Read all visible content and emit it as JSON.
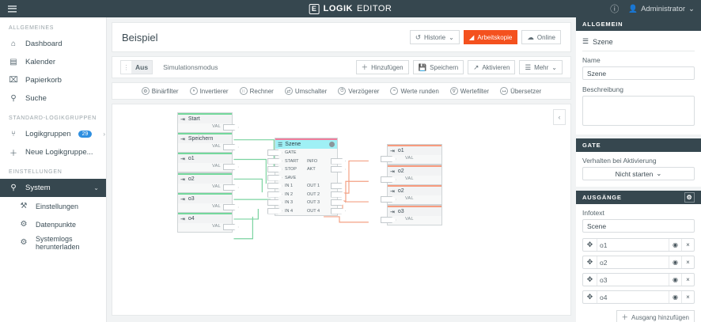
{
  "topbar": {
    "menu_icon": "hamburger-icon",
    "brand_logo": "E",
    "brand_bold": "LOGIK",
    "brand_thin": "EDITOR",
    "help_icon": "?",
    "user_icon": "user-icon",
    "user_label": "Administrator",
    "caret": "⌄"
  },
  "sidebar": {
    "sections": [
      {
        "title": "ALLGEMEINES",
        "items": [
          {
            "icon": "⌂",
            "label": "Dashboard",
            "badge": null,
            "chevron": false,
            "active": false
          },
          {
            "icon": "▤",
            "label": "Kalender",
            "badge": null,
            "chevron": false,
            "active": false
          },
          {
            "icon": "⌧",
            "label": "Papierkorb",
            "badge": null,
            "chevron": false,
            "active": false
          },
          {
            "icon": "⚲",
            "label": "Suche",
            "badge": null,
            "chevron": false,
            "active": false
          }
        ]
      },
      {
        "title": "STANDARD-LOGIKGRUPPEN",
        "items": [
          {
            "icon": "⑂",
            "label": "Logikgruppen",
            "badge": "29",
            "chevron": true,
            "active": false
          },
          {
            "icon": "＋",
            "label": "Neue Logikgruppe...",
            "badge": null,
            "chevron": false,
            "active": false
          }
        ]
      },
      {
        "title": "EINSTELLUNGEN",
        "items": [
          {
            "icon": "⚲",
            "label": "System",
            "badge": null,
            "chevron": false,
            "active": true,
            "caret": "⌄"
          },
          {
            "icon": "⚒",
            "label": "Einstellungen",
            "sub": true
          },
          {
            "icon": "⚙",
            "label": "Datenpunkte",
            "sub": true
          },
          {
            "icon": "⚙",
            "label": "Systemlogs herunterladen",
            "sub": true
          }
        ]
      }
    ]
  },
  "main": {
    "title": "Beispiel",
    "header_buttons": [
      {
        "icon": "↺",
        "label": "Historie",
        "caret": "⌄",
        "primary": false
      },
      {
        "icon": "◢",
        "label": "Arbeitskopie",
        "caret": "",
        "primary": true
      },
      {
        "icon": "☁",
        "label": "Online",
        "caret": "",
        "primary": false
      }
    ],
    "sim": {
      "dot": "⋮",
      "state": "Aus",
      "label": "Simulationsmodus"
    },
    "action_buttons": [
      {
        "icon": "＋",
        "label": "Hinzufügen",
        "caret": ""
      },
      {
        "icon": "💾",
        "label": "Speichern",
        "caret": ""
      },
      {
        "icon": "↗",
        "label": "Aktivieren",
        "caret": ""
      },
      {
        "icon": "☰",
        "label": "Mehr",
        "caret": "⌄"
      }
    ],
    "node_palette": [
      {
        "icon": "⚙",
        "label": "Binärfilter"
      },
      {
        "icon": "◑",
        "label": "Invertierer"
      },
      {
        "icon": "∷",
        "label": "Rechner"
      },
      {
        "icon": "⇄",
        "label": "Umschalter"
      },
      {
        "icon": "⏱",
        "label": "Verzögerer"
      },
      {
        "icon": "≈",
        "label": "Werte runden"
      },
      {
        "icon": "∇",
        "label": "Wertefilter"
      },
      {
        "icon": "↦",
        "label": "Übersetzer"
      }
    ],
    "collapse_icon": "‹",
    "canvas": {
      "input_nodes": [
        {
          "icon": "⇥",
          "label": "Start",
          "port": "VAL"
        },
        {
          "icon": "⇥",
          "label": "Speichern",
          "port": "VAL"
        },
        {
          "icon": "⇥",
          "label": "o1",
          "port": "VAL"
        },
        {
          "icon": "⇥",
          "label": "o2",
          "port": "VAL"
        },
        {
          "icon": "⇥",
          "label": "o3",
          "port": "VAL"
        },
        {
          "icon": "⇥",
          "label": "o4",
          "port": "VAL"
        }
      ],
      "logic_node": {
        "icon": "☰",
        "title": "Szene",
        "info_icon": "i",
        "inputs": [
          "GATE",
          "START",
          "STOP",
          "SAVE",
          "IN 1",
          "IN 2",
          "IN 3",
          "IN 4"
        ],
        "outputs": [
          "",
          "INFO",
          "AKT",
          "",
          "OUT 1",
          "OUT 2",
          "OUT 3",
          "OUT 4"
        ]
      },
      "output_nodes": [
        {
          "icon": "⇥",
          "label": "o1",
          "port": "VAL"
        },
        {
          "icon": "⇥",
          "label": "o2",
          "port": "VAL"
        },
        {
          "icon": "⇥",
          "label": "o2",
          "port": "VAL"
        },
        {
          "icon": "⇥",
          "label": "o3",
          "port": "VAL"
        }
      ]
    }
  },
  "right_panel": {
    "allgemein": {
      "header": "ALLGEMEIN",
      "node_icon": "☰",
      "node_title": "Szene",
      "name_label": "Name",
      "name_value": "Szene",
      "desc_label": "Beschreibung",
      "desc_value": ""
    },
    "gate": {
      "header": "GATE",
      "label": "Verhalten bei Aktivierung",
      "value": "Nicht starten",
      "caret": "⌄"
    },
    "ausgaenge": {
      "header": "AUSGÄNGE",
      "gear_icon": "⚙",
      "infotext_label": "Infotext",
      "infotext_value": "Scene",
      "rows": [
        {
          "grip": "✥",
          "name": "o1",
          "eye": "◉",
          "close": "×"
        },
        {
          "grip": "✥",
          "name": "o2",
          "eye": "◉",
          "close": "×"
        },
        {
          "grip": "✥",
          "name": "o3",
          "eye": "◉",
          "close": "×"
        },
        {
          "grip": "✥",
          "name": "o4",
          "eye": "◉",
          "close": "×"
        }
      ],
      "add_button": {
        "icon": "＋",
        "label": "Ausgang hinzufügen"
      }
    }
  },
  "colors": {
    "dark": "#36474f",
    "accent": "#f4511e",
    "badge": "#2f8fe0",
    "wire_green": "#7bd3a0",
    "wire_orange": "#f4a184",
    "node_top_in": "#74d89c",
    "node_top_out": "#f79b7e",
    "logic_header": "#9ff0f5",
    "logic_top": "#f17c9b"
  }
}
